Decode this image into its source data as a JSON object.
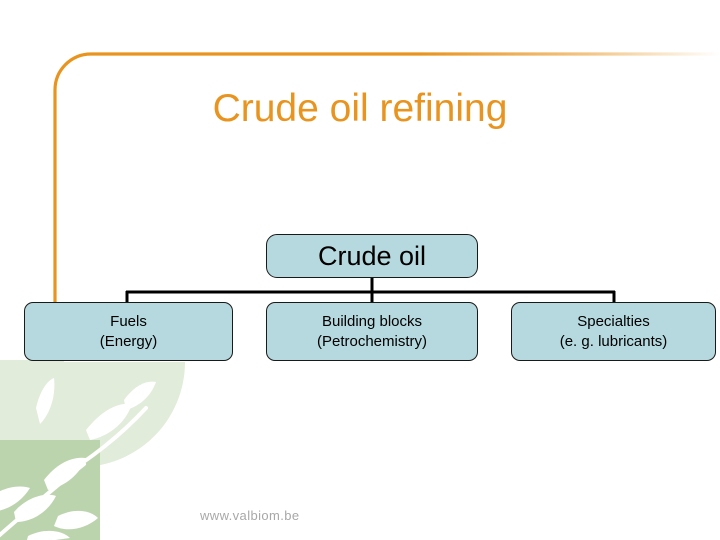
{
  "slide": {
    "title": "Crude oil refining",
    "title_color": "#e8941f",
    "background_color": "#ffffff",
    "footer_url": "www.valbiom.be",
    "footer_url_color": "#a8a8a8"
  },
  "decor": {
    "frame_color": "#e8941f",
    "watermark_green_dark": "#b9d2ab",
    "watermark_green_light": "#dfead7"
  },
  "diagram": {
    "node_fill": "#b5d9de",
    "node_border": "#1a1a1a",
    "connector_color": "#000000",
    "root": {
      "label": "Crude oil"
    },
    "children": [
      {
        "line1": "Fuels",
        "line2": "(Energy)"
      },
      {
        "line1": "Building blocks",
        "line2": "(Petrochemistry)"
      },
      {
        "line1": "Specialties",
        "line2": "(e. g. lubricants)"
      }
    ]
  }
}
